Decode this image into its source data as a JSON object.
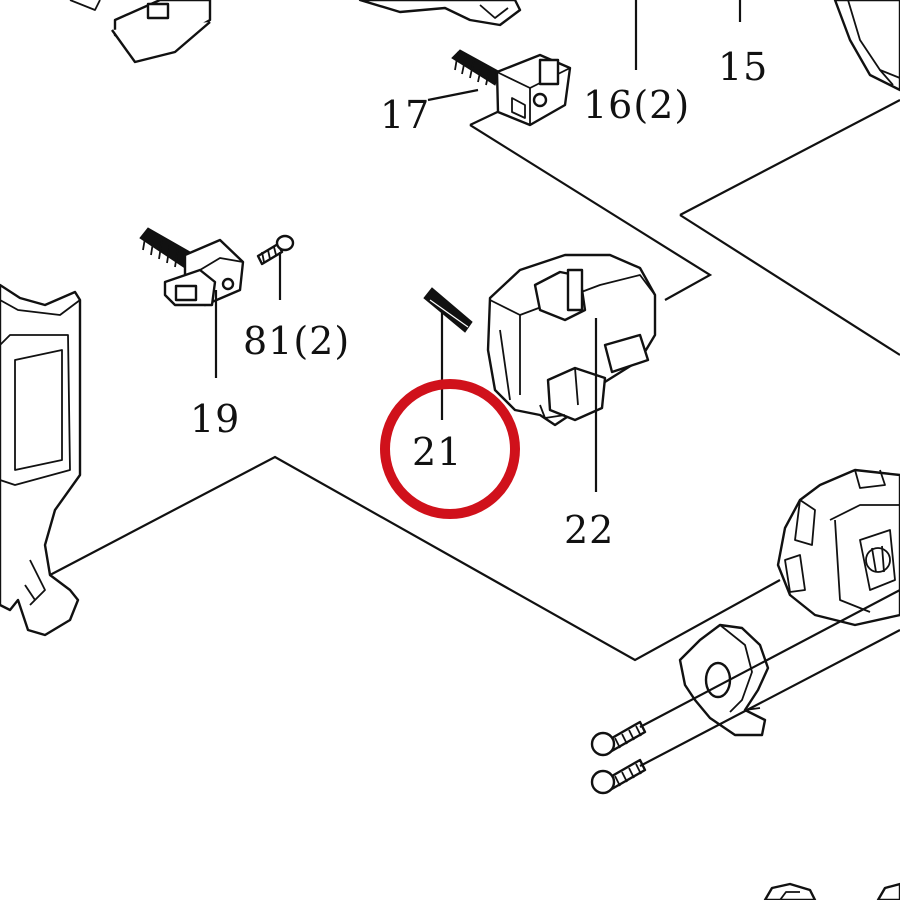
{
  "labels": {
    "p15": "15",
    "p16": "16(2)",
    "p17": "17",
    "p19": "19",
    "p81": "81(2)",
    "p21": "21",
    "p22": "22"
  },
  "colors": {
    "highlight_ring": "#d0111b",
    "ink": "#111111",
    "background": "#ffffff"
  },
  "highlighted_part": "21"
}
